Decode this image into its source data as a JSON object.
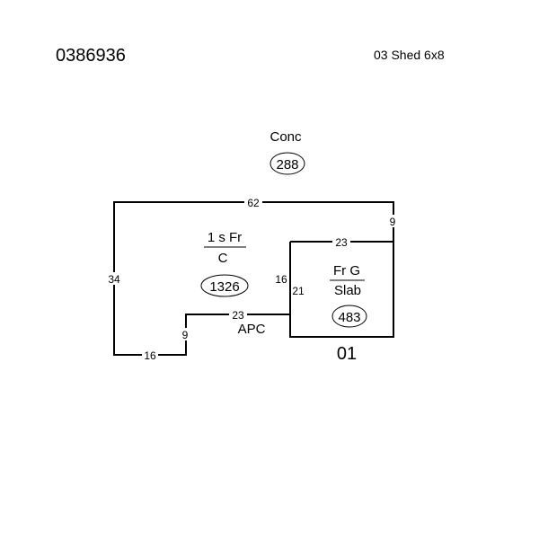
{
  "header": {
    "parcel_id": "0386936",
    "description": "03 Shed 6x8"
  },
  "areas": {
    "concrete": {
      "label": "Conc",
      "area": "288"
    },
    "main": {
      "label_top": "1 s Fr",
      "label_bottom": "C",
      "area": "1326"
    },
    "garage": {
      "label_top": "Fr G",
      "label_bottom": "Slab",
      "area": "483"
    },
    "porch": {
      "label": "APC"
    }
  },
  "dimensions": {
    "top": "62",
    "left": "34",
    "bottom_left": "16",
    "step_vertical": "9",
    "step_horizontal": "23",
    "right_upper": "9",
    "garage_top": "23",
    "garage_left_outer": "16",
    "garage_left_inner": "21"
  },
  "section_number": "01"
}
